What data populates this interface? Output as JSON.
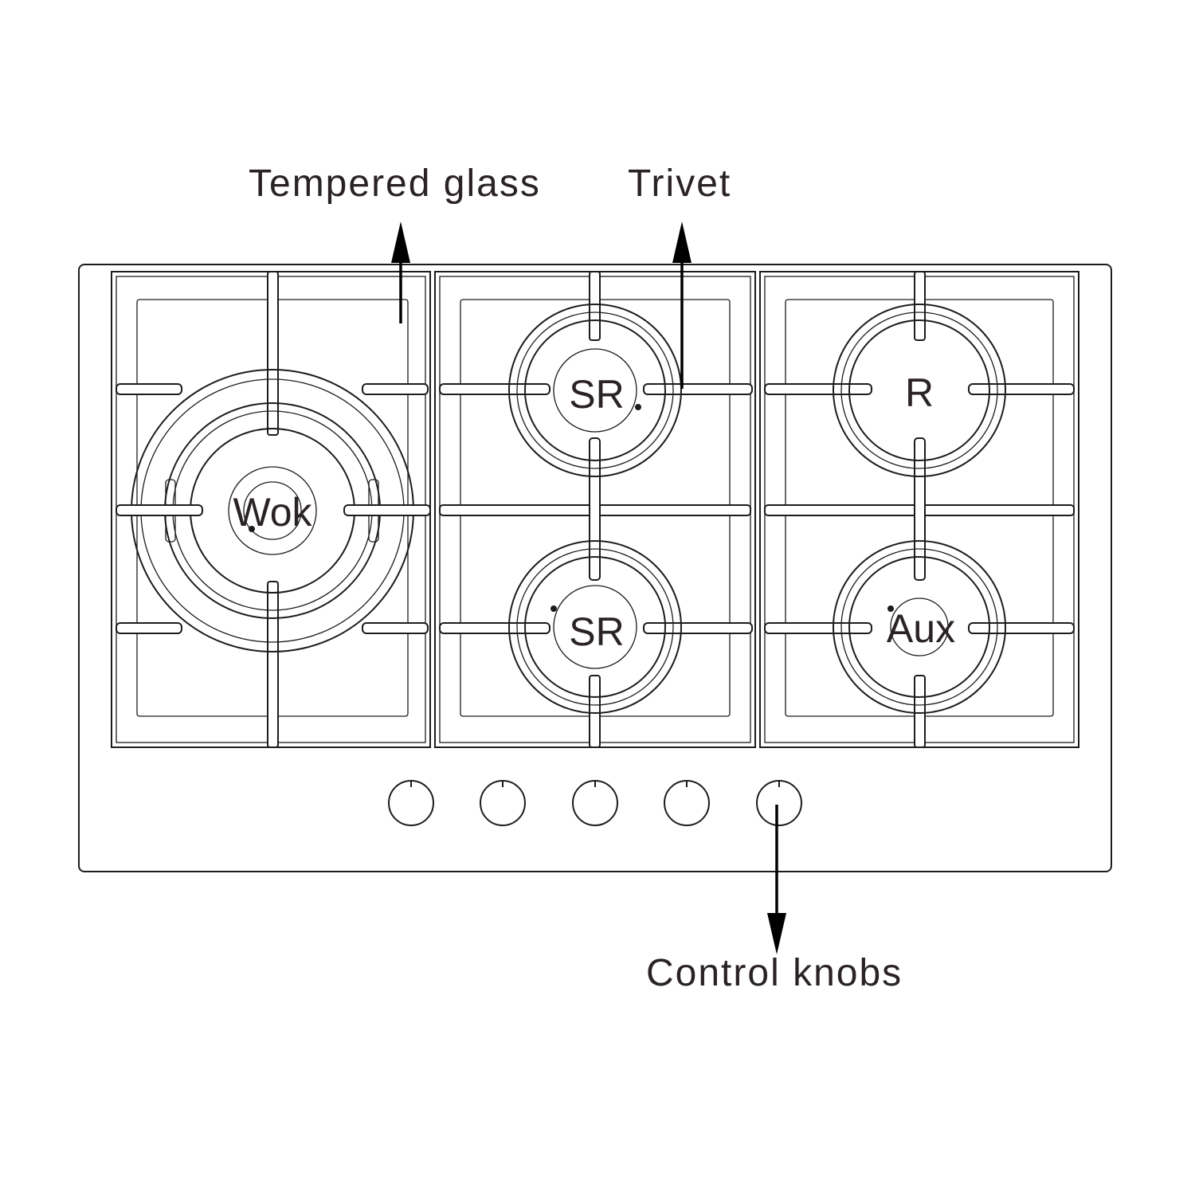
{
  "callouts": {
    "tempered_glass": "Tempered glass",
    "trivet": "Trivet",
    "control_knobs": "Control knobs"
  },
  "burners": [
    {
      "label": "Wok"
    },
    {
      "label": "SR"
    },
    {
      "label": "R"
    },
    {
      "label": "SR"
    },
    {
      "label": "Aux"
    }
  ],
  "knob_count": 5,
  "colors": {
    "line": "#1c1c1c",
    "text": "#2a2326",
    "background": "#ffffff"
  }
}
